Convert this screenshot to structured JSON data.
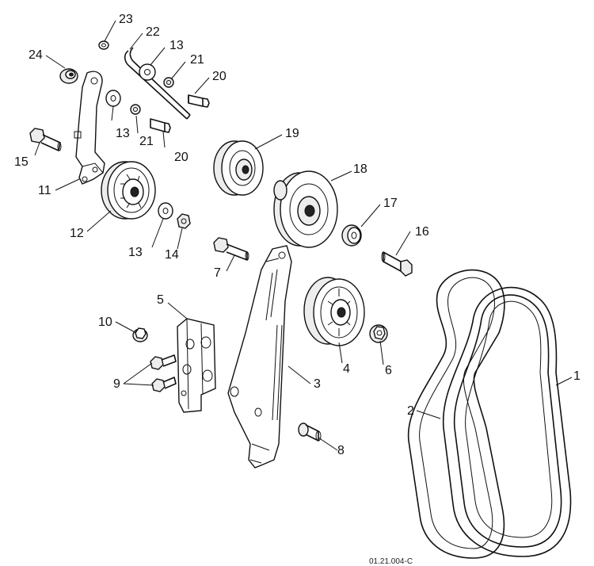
{
  "diagram": {
    "drawing_code": "01.21.004-C",
    "callouts": [
      {
        "id": "23",
        "text": "23"
      },
      {
        "id": "22",
        "text": "22"
      },
      {
        "id": "24",
        "text": "24"
      },
      {
        "id": "13a",
        "text": "13"
      },
      {
        "id": "21a",
        "text": "21"
      },
      {
        "id": "20a",
        "text": "20"
      },
      {
        "id": "13b",
        "text": "13"
      },
      {
        "id": "21b",
        "text": "21"
      },
      {
        "id": "20b",
        "text": "20"
      },
      {
        "id": "15",
        "text": "15"
      },
      {
        "id": "11",
        "text": "11"
      },
      {
        "id": "19",
        "text": "19"
      },
      {
        "id": "18",
        "text": "18"
      },
      {
        "id": "17",
        "text": "17"
      },
      {
        "id": "12",
        "text": "12"
      },
      {
        "id": "13c",
        "text": "13"
      },
      {
        "id": "14",
        "text": "14"
      },
      {
        "id": "16",
        "text": "16"
      },
      {
        "id": "7",
        "text": "7"
      },
      {
        "id": "5",
        "text": "5"
      },
      {
        "id": "10",
        "text": "10"
      },
      {
        "id": "9",
        "text": "9"
      },
      {
        "id": "4",
        "text": "4"
      },
      {
        "id": "6",
        "text": "6"
      },
      {
        "id": "3",
        "text": "3"
      },
      {
        "id": "1",
        "text": "1"
      },
      {
        "id": "2",
        "text": "2"
      },
      {
        "id": "8",
        "text": "8"
      }
    ]
  }
}
